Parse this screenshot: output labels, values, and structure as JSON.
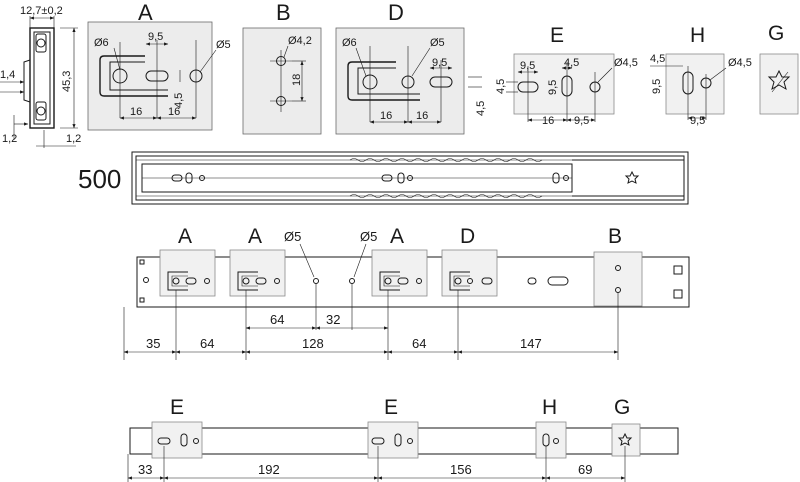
{
  "title": "500",
  "panels": {
    "A": {
      "label": "A",
      "d1": "Ø6",
      "d2": "Ø5",
      "w": "9,5",
      "h": "4,5",
      "s1": "16",
      "s2": "16"
    },
    "B": {
      "label": "B",
      "d1": "Ø4,2",
      "h": "18"
    },
    "D": {
      "label": "D",
      "d1": "Ø6",
      "d2": "Ø5",
      "w": "9,5",
      "h": "4,5",
      "s1": "16",
      "s2": "16"
    },
    "E": {
      "label": "E",
      "d1": "Ø4,5",
      "w1": "9,5",
      "w2": "4,5",
      "h1": "4,5",
      "h2": "9,5",
      "s1": "16",
      "s2": "9,5"
    },
    "H": {
      "label": "H",
      "d1": "Ø4,5",
      "h1": "4,5",
      "h2": "9,5",
      "w": "9,5"
    },
    "G": {
      "label": "G"
    }
  },
  "profile": {
    "top": "12,7±0,2",
    "height": "45,3",
    "left": "1,4",
    "bottom1": "1,2",
    "bottom2": "1,2"
  },
  "middle_rail": {
    "labels": [
      "A",
      "A",
      "A",
      "D",
      "B"
    ],
    "holes": [
      "Ø5",
      "Ø5"
    ],
    "dims_upper": [
      "64",
      "32"
    ],
    "dims_lower": [
      "35",
      "64",
      "128",
      "64",
      "147"
    ]
  },
  "bottom_rail": {
    "labels": [
      "E",
      "E",
      "H",
      "G"
    ],
    "dims": [
      "33",
      "192",
      "156",
      "69"
    ]
  }
}
